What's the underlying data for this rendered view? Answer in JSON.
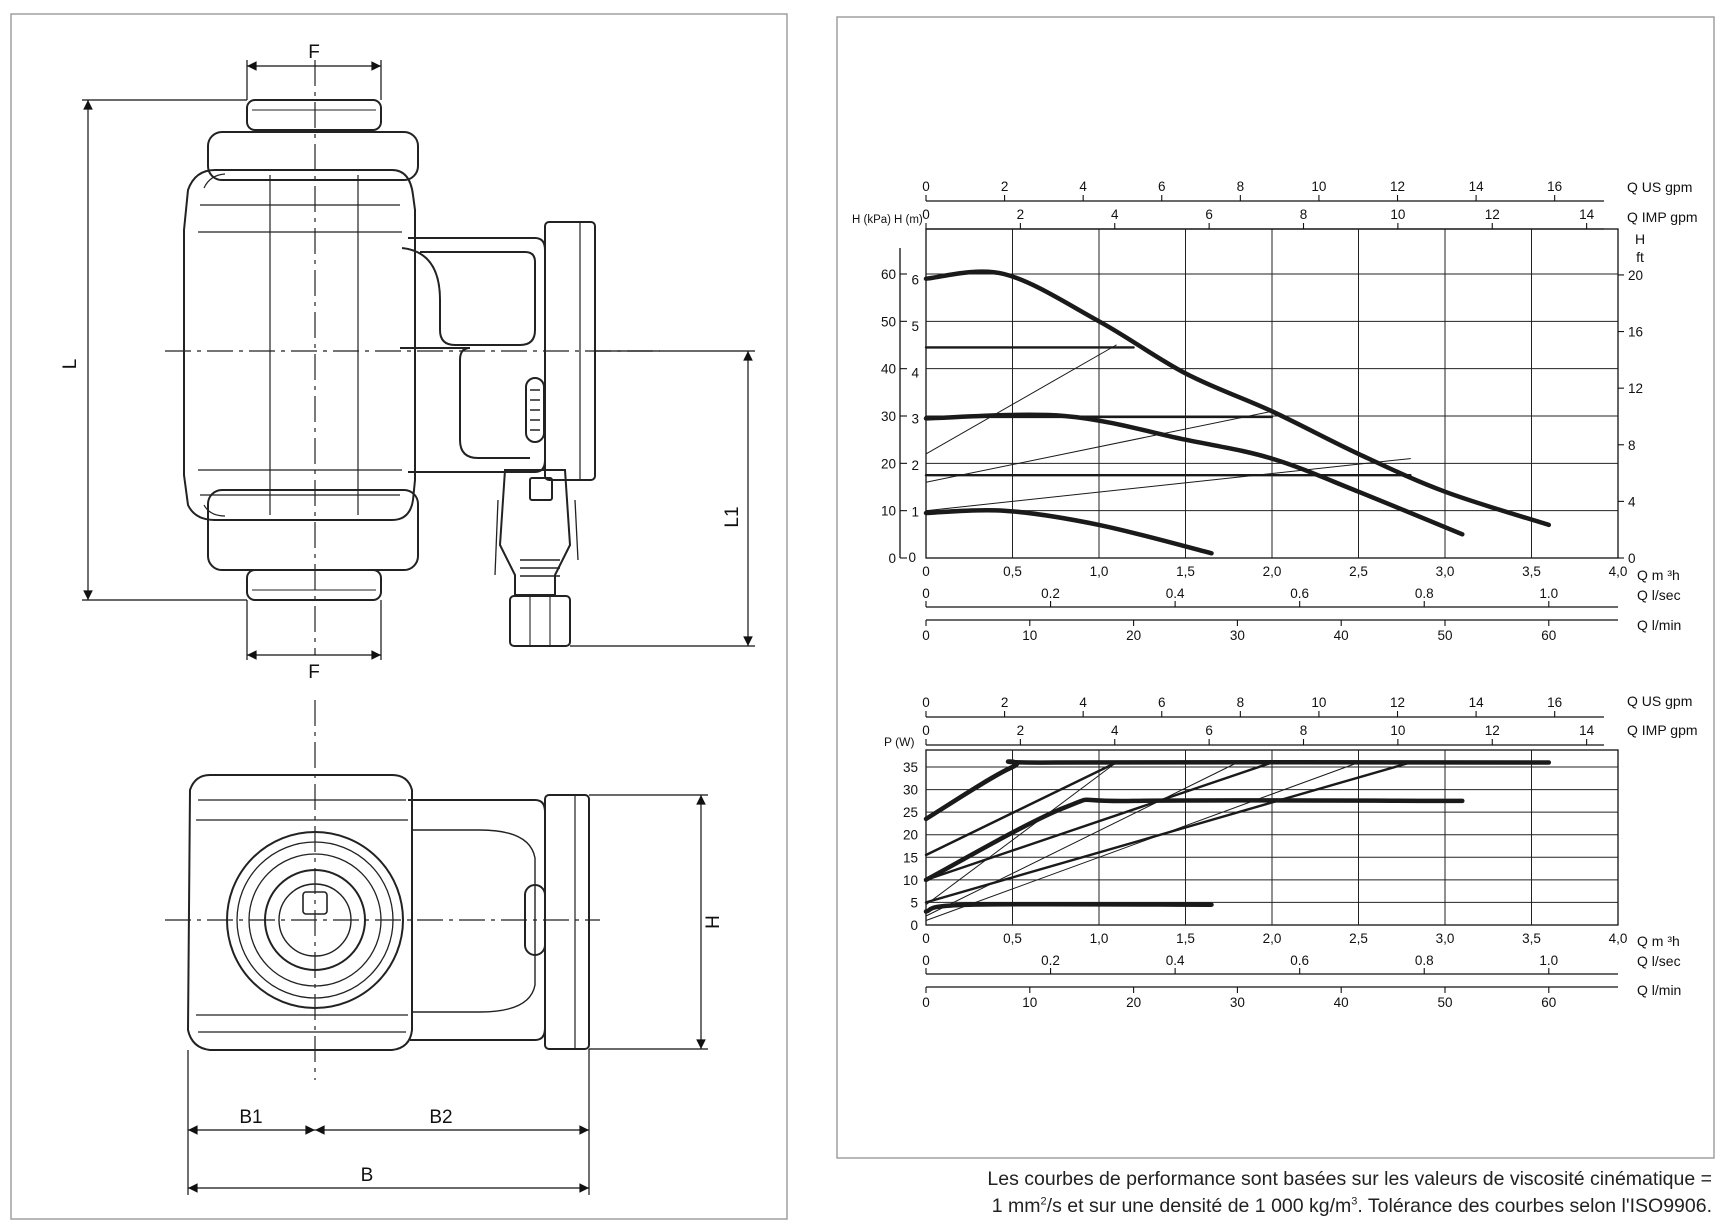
{
  "dimensions": {
    "F_top": "F",
    "F_bottom": "F",
    "L": "L",
    "L1": "L1",
    "H": "H",
    "B1": "B1",
    "B2": "B2",
    "B": "B"
  },
  "head_chart": {
    "y_label_kpa": "H (kPa)",
    "y_label_m": "H (m)",
    "y_label_ft_1": "H",
    "y_label_ft_2": "ft",
    "kpa_ticks": [
      "0",
      "10",
      "20",
      "30",
      "40",
      "50",
      "60"
    ],
    "m_ticks": [
      "1",
      "2",
      "3",
      "4",
      "5",
      "6"
    ],
    "ft_ticks": [
      "0",
      "4",
      "8",
      "12",
      "16",
      "20"
    ],
    "us_gpm_label": "Q US gpm",
    "us_gpm_ticks": [
      "0",
      "2",
      "4",
      "6",
      "8",
      "10",
      "12",
      "14",
      "16"
    ],
    "imp_gpm_label": "Q IMP gpm",
    "imp_gpm_ticks": [
      "0",
      "2",
      "4",
      "6",
      "8",
      "10",
      "12",
      "14"
    ],
    "m3h_label": "Q m ³h",
    "m3h_ticks": [
      "0",
      "0,5",
      "1,0",
      "1,5",
      "2,0",
      "2,5",
      "3,0",
      "3,5",
      "4,0"
    ],
    "ls_label": "Q l/sec",
    "ls_ticks": [
      "0",
      "0.2",
      "0.4",
      "0.6",
      "0.8",
      "1.0"
    ],
    "lmin_label": "Q l/min",
    "lmin_ticks": [
      "0",
      "10",
      "20",
      "30",
      "40",
      "50",
      "60"
    ]
  },
  "power_chart": {
    "y_label": "P (W)",
    "p_ticks": [
      "0",
      "5",
      "10",
      "15",
      "20",
      "25",
      "30",
      "35"
    ],
    "us_gpm_label": "Q US gpm",
    "us_gpm_ticks": [
      "0",
      "2",
      "4",
      "6",
      "8",
      "10",
      "12",
      "14",
      "16"
    ],
    "imp_gpm_label": "Q IMP gpm",
    "imp_gpm_ticks": [
      "0",
      "2",
      "4",
      "6",
      "8",
      "10",
      "12",
      "14"
    ],
    "m3h_label": "Q m ³h",
    "m3h_ticks": [
      "0",
      "0,5",
      "1,0",
      "1,5",
      "2,0",
      "2,5",
      "3,0",
      "3,5",
      "4,0"
    ],
    "ls_label": "Q l/sec",
    "ls_ticks": [
      "0",
      "0.2",
      "0.4",
      "0.6",
      "0.8",
      "1.0"
    ],
    "lmin_label": "Q l/min",
    "lmin_ticks": [
      "0",
      "10",
      "20",
      "30",
      "40",
      "50",
      "60"
    ]
  },
  "curves": {
    "head_max": [
      [
        0,
        59
      ],
      [
        0.45,
        60
      ],
      [
        1.0,
        50
      ],
      [
        1.5,
        39
      ],
      [
        2.0,
        31
      ],
      [
        2.5,
        22
      ],
      [
        3.0,
        14
      ],
      [
        3.6,
        7
      ]
    ],
    "head_mid": [
      [
        0,
        29.5
      ],
      [
        0.8,
        30
      ],
      [
        1.5,
        25
      ],
      [
        2.0,
        21
      ],
      [
        2.5,
        14
      ],
      [
        3.1,
        5
      ]
    ],
    "head_min": [
      [
        0,
        9.5
      ],
      [
        0.45,
        10
      ],
      [
        1.0,
        7
      ],
      [
        1.65,
        1
      ]
    ],
    "head_const_high": [
      [
        0,
        44.5
      ],
      [
        1.2,
        44.5
      ]
    ],
    "head_const_mid": [
      [
        0,
        29.8
      ],
      [
        2.0,
        29.8
      ]
    ],
    "head_const_low": [
      [
        0,
        17.5
      ],
      [
        2.8,
        17.5
      ]
    ],
    "head_prop_a": [
      [
        0,
        22
      ],
      [
        1.1,
        45
      ]
    ],
    "head_prop_b": [
      [
        0,
        16
      ],
      [
        2.0,
        31
      ]
    ],
    "head_prop_c": [
      [
        0,
        10
      ],
      [
        2.8,
        21
      ]
    ],
    "power_max": [
      [
        0,
        23.5
      ],
      [
        0.5,
        35
      ],
      [
        0.75,
        36
      ],
      [
        3.6,
        36
      ]
    ],
    "power_mid": [
      [
        0,
        10
      ],
      [
        0.8,
        26
      ],
      [
        1.2,
        27.5
      ],
      [
        3.1,
        27.5
      ]
    ],
    "power_min": [
      [
        0,
        3
      ],
      [
        0.25,
        4.5
      ],
      [
        1.65,
        4.5
      ]
    ],
    "power_const_a": [
      [
        0,
        15.5
      ],
      [
        1.1,
        36
      ]
    ],
    "power_const_b": [
      [
        0,
        10
      ],
      [
        2.0,
        36
      ]
    ],
    "power_const_c": [
      [
        0,
        5
      ],
      [
        2.8,
        36
      ]
    ],
    "power_prop_a": [
      [
        0,
        4.5
      ],
      [
        1.1,
        36
      ]
    ],
    "power_prop_b": [
      [
        0,
        2
      ],
      [
        1.8,
        36
      ]
    ],
    "power_prop_c": [
      [
        0,
        1
      ],
      [
        2.5,
        36
      ]
    ]
  },
  "footnote": {
    "line1": "Les courbes de performance sont basées sur les valeurs de viscosité cinématique =",
    "line2_a": "1 mm",
    "line2_sup1": "2",
    "line2_b": "/s et sur une densité de 1 000 kg/m",
    "line2_sup2": "3",
    "line2_c": ". Tolérance des courbes selon l'ISO9906."
  }
}
